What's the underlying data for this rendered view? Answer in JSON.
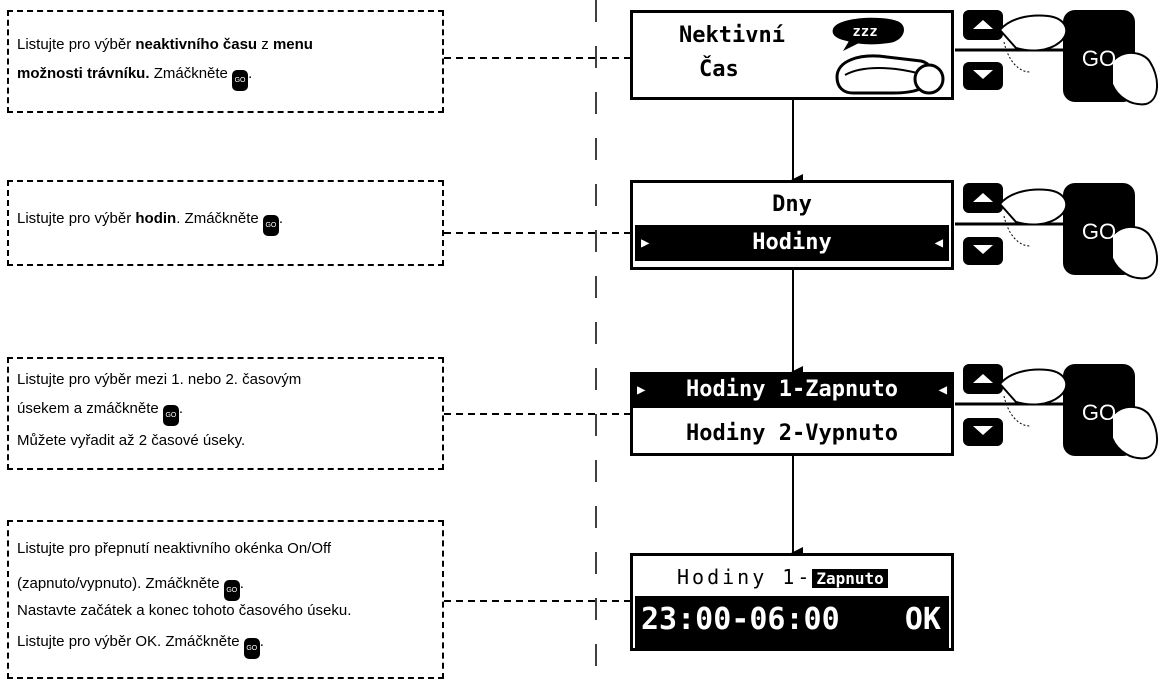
{
  "steps": [
    {
      "line1": {
        "t1": "Listujte pro výběr ",
        "b1": "neaktivního času",
        "t2": " z ",
        "b2": "menu"
      },
      "line2": {
        "b1": "možnosti trávníku.",
        "t1": " Zmáčkněte "
      }
    },
    {
      "line1": {
        "t1": "Listujte pro výběr ",
        "b1": "hodin",
        "t2": ". Zmáčkněte "
      }
    },
    {
      "line1": "Listujte pro výběr mezi 1. nebo 2. časovým",
      "line2": "úsekem a zmáčkněte ",
      "line3": "Můžete vyřadit až 2 časové úseky."
    },
    {
      "line1": "Listujte pro přepnutí neaktivního okénka On/Off",
      "line2": "(zapnuto/vypnuto). Zmáčkněte ",
      "line3": "Nastavte začátek a konec tohoto časového úseku.",
      "line4": "Listujte pro výběr OK. Zmáčkněte "
    }
  ],
  "screens": {
    "inactive": {
      "line1": "Nektivní",
      "line2": "Čas",
      "sleep_text": "zzz"
    },
    "unit": {
      "days": "Dny",
      "hours": "Hodiny"
    },
    "slots": {
      "slot1": "Hodiny 1-Zapnuto",
      "slot2": "Hodiny 2-Vypnuto"
    },
    "edit": {
      "label": "Hodiny 1-",
      "state": "Zapnuto",
      "time": "23:00-06:00",
      "ok": "OK"
    }
  },
  "go_label": "GO",
  "go_badge": "GO",
  "punct": {
    "period": "."
  },
  "icons": [
    "arrow-up-icon",
    "arrow-down-icon",
    "hand-pointer-icon",
    "sleeping-mower-icon"
  ]
}
